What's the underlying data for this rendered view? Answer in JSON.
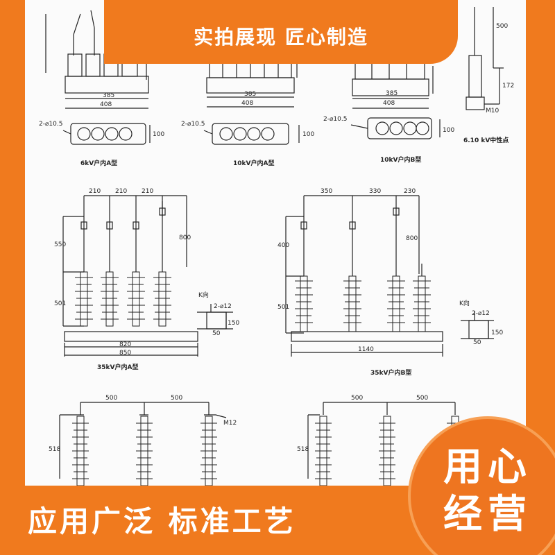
{
  "banner": {
    "top_text": "实拍展现 匠心制造",
    "bottom_text": "应用广泛  标准工艺",
    "badge_text": "用心经营"
  },
  "colors": {
    "brand_orange": "#f07a1e",
    "badge_ring": "#f7a055",
    "line": "#222222"
  },
  "drawing": {
    "row1": {
      "a": {
        "w1": "385",
        "w2": "408",
        "hole": "2-⌀10.5",
        "side": "100",
        "caption": "6kV户内A型"
      },
      "b": {
        "w1": "385",
        "w2": "408",
        "hole": "2-⌀10.5",
        "side": "100",
        "caption": "10kV户内A型"
      },
      "c": {
        "w1": "385",
        "w2": "408",
        "hole": "2-⌀10.5",
        "side": "100",
        "caption": "10kV户内B型"
      },
      "d": {
        "h1": "500",
        "h2": "172",
        "bolt": "M10",
        "caption": "6.10 kV中性点"
      }
    },
    "row2": {
      "left": {
        "spacing": [
          "210",
          "210",
          "210"
        ],
        "h_upper": "550",
        "h_lower": "501",
        "h_right": "800",
        "base1": "820",
        "base2": "850",
        "caption": "35kV户内A型"
      },
      "right": {
        "spacing": [
          "350",
          "330",
          "230"
        ],
        "h_upper": "400",
        "h_lower": "501",
        "h_right": "800",
        "base": "1140",
        "caption": "35kV户内B型"
      },
      "detail_left": {
        "title": "K向",
        "hole": "2-⌀12",
        "dim1": "50",
        "dim2": "150"
      },
      "detail_right": {
        "title": "K向",
        "hole": "2-⌀12",
        "dim1": "50",
        "dim2": "150"
      }
    },
    "row3": {
      "left": {
        "spacing": [
          "500",
          "500"
        ],
        "h": "518",
        "bolt": "M12"
      },
      "right": {
        "spacing": [
          "500",
          "500"
        ],
        "h": "518"
      }
    }
  }
}
